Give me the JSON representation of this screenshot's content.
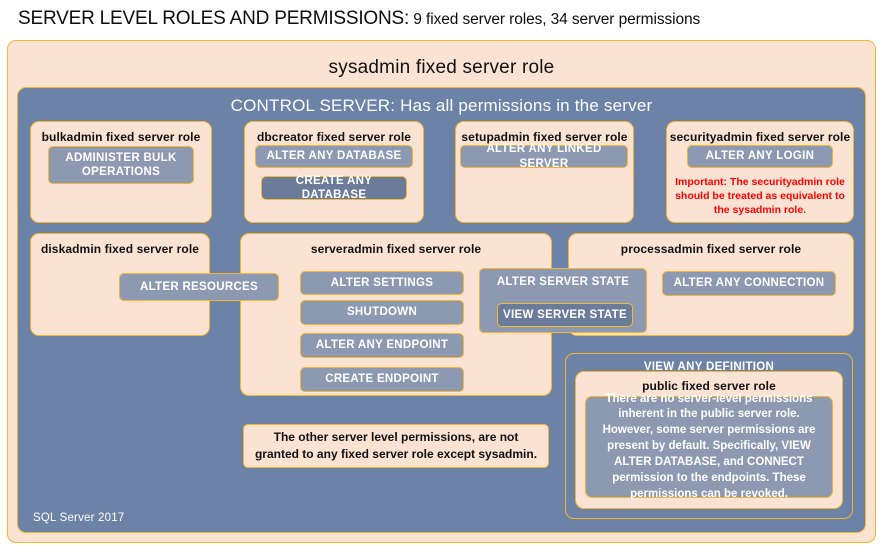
{
  "title": {
    "strong": "SERVER LEVEL ROLES AND PERMISSIONS:",
    "sub": " 9 fixed server roles, 34 server permissions"
  },
  "sysadmin": {
    "label": "sysadmin fixed server role"
  },
  "control_server": {
    "label": "CONTROL SERVER: Has all permissions in the server"
  },
  "roles": {
    "bulkadmin": {
      "label": "bulkadmin  fixed server role"
    },
    "dbcreator": {
      "label": "dbcreator fixed server role"
    },
    "setupadmin": {
      "label": "setupadmin fixed server role"
    },
    "securityadmin": {
      "label": "securityadmin  fixed server role"
    },
    "diskadmin": {
      "label": "diskadmin  fixed server role"
    },
    "serveradmin": {
      "label": "serveradmin fixed server role"
    },
    "processadmin": {
      "label": "processadmin  fixed server role"
    },
    "public": {
      "label": "public  fixed server role"
    }
  },
  "permissions": {
    "administer_bulk_operations": "ADMINISTER  BULK OPERATIONS",
    "alter_any_database": "ALTER ANY DATABASE",
    "create_any_database": "CREATE  ANY DATABASE",
    "alter_any_linked_server": "ALTER ANY LINKED SERVER",
    "alter_any_login": "ALTER ANY LOGIN",
    "alter_resources": "ALTER RESOURCES",
    "alter_settings": "ALTER SETTINGS",
    "shutdown": "SHUTDOWN",
    "alter_any_endpoint": "ALTER ANY ENDPOINT",
    "create_endpoint": "CREATE  ENDPOINT",
    "alter_server_state": "ALTER SERVER STATE",
    "view_server_state": "VIEW SERVER STATE",
    "alter_any_connection": "ALTER ANY CONNECTION",
    "view_any_definition": "VIEW ANY DEFINITION"
  },
  "notes": {
    "securityadmin_warning": "Important:  The securityadmin role should  be treated as equivalent to the sysadmin role.",
    "other_permissions": "The other server level permissions,  are not granted to any fixed server role except sysadmin.",
    "public_description": "There are no server-level permissions inherent in the public server role. However, some server permissions are present by default. Specifically, VIEW ALTER DATABASE, and CONNECT permission to the endpoints. These permissions can be revoked."
  },
  "footer": {
    "label": "SQL Server 2017"
  },
  "colors": {
    "peach": "#FAE3D3",
    "blue": "#6C82A6",
    "permission": "#8D99B1",
    "permission_dark": "#6B7C9B",
    "border_gold": "#F2B632",
    "warning_red": "#FF0000",
    "text_dark": "#111111",
    "text_light": "#FFFFFF"
  }
}
